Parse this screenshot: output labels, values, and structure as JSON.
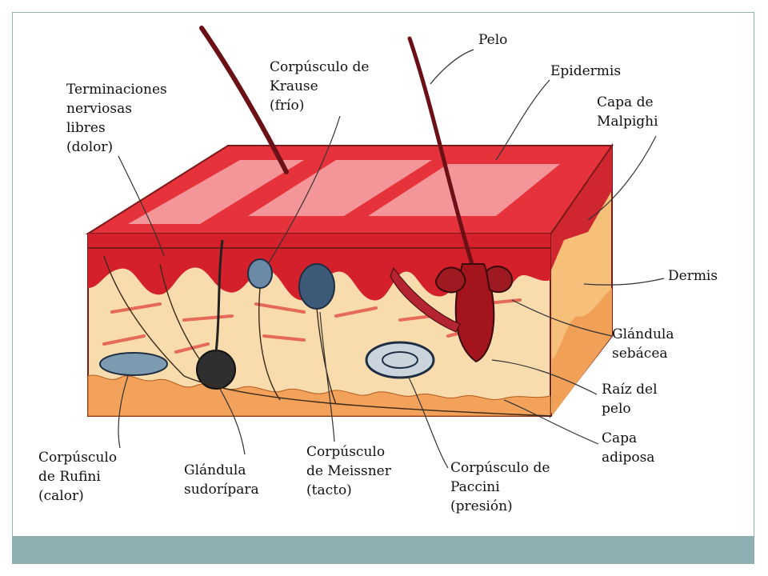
{
  "labels": {
    "terminaciones": "Terminaciones\nnerviosas\nlibres\n(dolor)",
    "krause": "Corpúsculo de\nKrause\n(frío)",
    "pelo": "Pelo",
    "epidermis": "Epidermis",
    "malpighi": "Capa de\nMalpighi",
    "dermis": "Dermis",
    "sebacea": "Glándula\nsebácea",
    "raiz": "Raíz del\npelo",
    "adiposa": "Capa\nadiposa",
    "rufini": "Corpúsculo\nde Rufini\n(calor)",
    "sudoripara": "Glándula\nsudorípara",
    "meissner": "Corpúsculo\nde Meissner\n(tacto)",
    "paccini": "Corpúsculo de\nPaccini\n(presión)"
  },
  "colors": {
    "epidermis": "#d8202b",
    "epidermis_light": "#f4a3a7",
    "dermis": "#f8d7a8",
    "fat": "#f3a35a",
    "receptor": "#2f4f6f",
    "hair": "#6b1016",
    "footer": "#8eafb2"
  }
}
